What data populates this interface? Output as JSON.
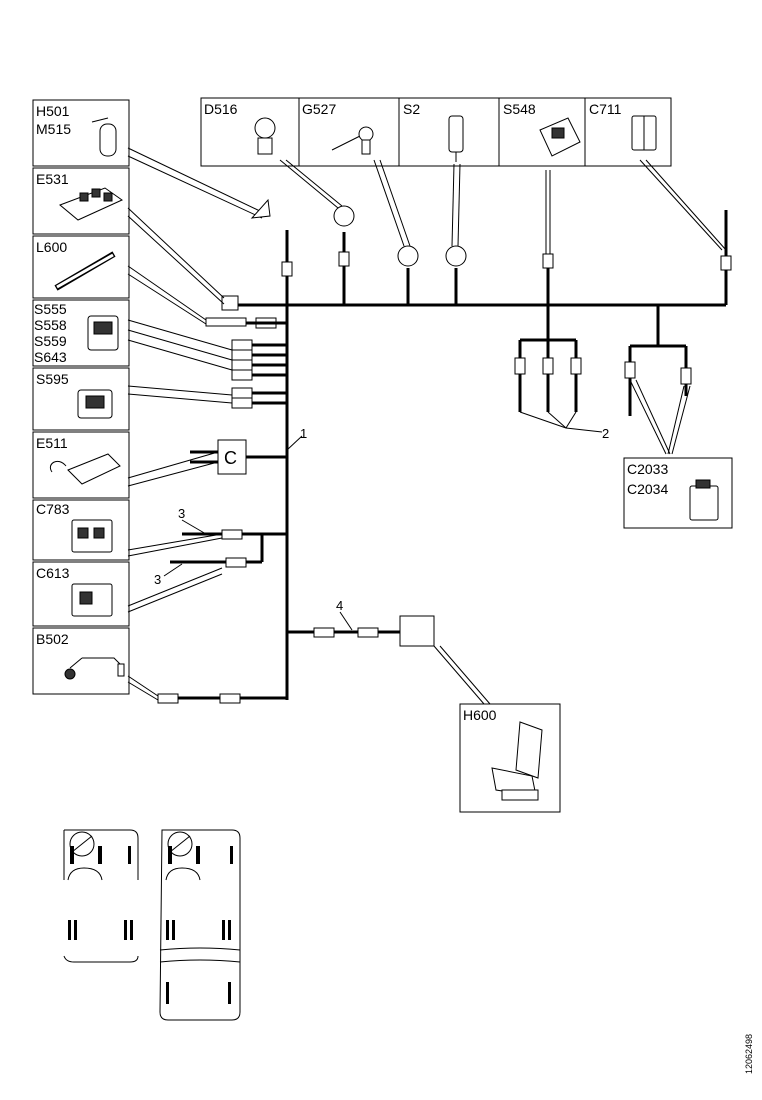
{
  "components": {
    "h501": "H501",
    "m515": "M515",
    "e531": "E531",
    "l600": "L600",
    "s555": "S555",
    "s558": "S558",
    "s559": "S559",
    "s643": "S643",
    "s595": "S595",
    "e511": "E511",
    "c783": "C783",
    "c613": "C613",
    "b502": "B502",
    "d516": "D516",
    "g527": "G527",
    "s2": "S2",
    "s548": "S548",
    "c711": "C711",
    "c2033": "C2033",
    "c2034": "C2034",
    "h600": "H600"
  },
  "callouts": {
    "one": "1",
    "two": "2",
    "three_a": "3",
    "three_b": "3",
    "four": "4",
    "c_block": "C"
  },
  "figure_id": "12062498"
}
